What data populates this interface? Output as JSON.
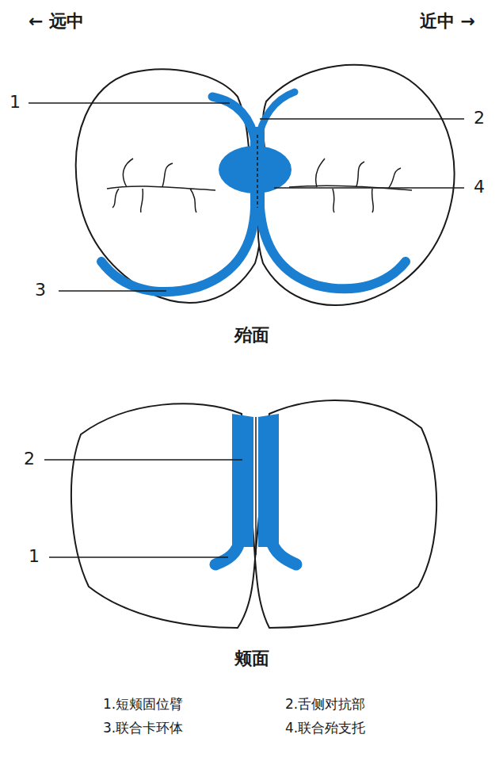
{
  "diagram": {
    "labels": [
      "← 远中",
      "近中 →",
      "1",
      "2",
      "4",
      "3",
      "殆面",
      "2",
      "1",
      "颊面",
      "1.短颊固位臂",
      "2.舌侧对抗部",
      "3.联合卡环体",
      "4.联合殆支托"
    ]
  }
}
